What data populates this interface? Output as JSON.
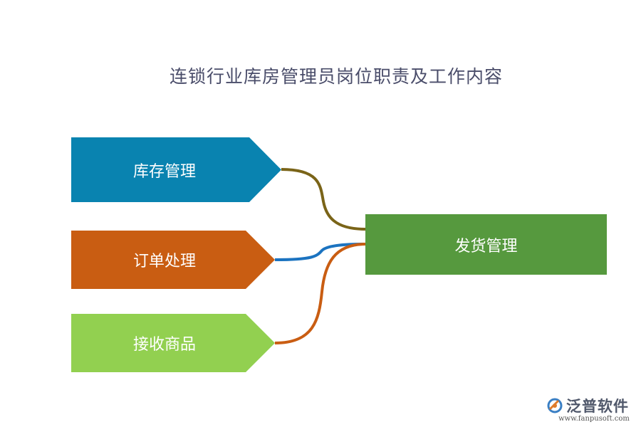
{
  "title": "连锁行业库房管理员岗位职责及工作内容",
  "sources": [
    {
      "label": "库存管理",
      "color": "#0983b0"
    },
    {
      "label": "订单处理",
      "color": "#c95d12"
    },
    {
      "label": "接收商品",
      "color": "#92d050"
    }
  ],
  "target": {
    "label": "发货管理",
    "color": "#56993e"
  },
  "connector_colors": [
    "#7a6418",
    "#1b73c0",
    "#c95d12"
  ],
  "logo": {
    "name": "泛普软件",
    "url": "www.fanpusoft.com"
  }
}
